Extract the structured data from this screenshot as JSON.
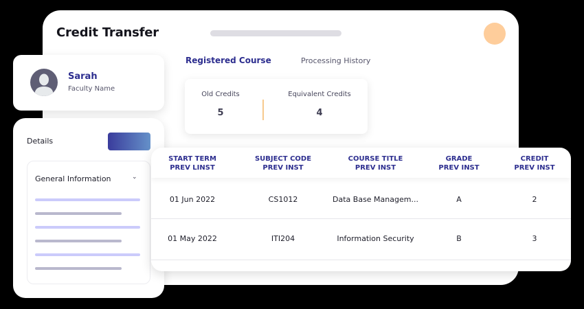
{
  "header": {
    "title": "Credit Transfer"
  },
  "tabs": [
    {
      "label": "Registered Course",
      "active": true
    },
    {
      "label": "Processing History",
      "active": false
    }
  ],
  "credits": {
    "old_label": "Old Credits",
    "old_value": "5",
    "equivalent_label": "Equivalent Credits",
    "equivalent_value": "4"
  },
  "profile": {
    "name": "Sarah",
    "role": "Faculty Name"
  },
  "details": {
    "title": "Details",
    "section_label": "General Information"
  },
  "table": {
    "columns": [
      {
        "line1": "START TERM",
        "line2": "PREV LINST"
      },
      {
        "line1": "SUBJECT CODE",
        "line2": "PREV INST"
      },
      {
        "line1": "COURSE TITLE",
        "line2": "PREV INST"
      },
      {
        "line1": "GRADE",
        "line2": "PREV INST"
      },
      {
        "line1": "CREDIT",
        "line2": "PREV INST"
      }
    ],
    "rows": [
      [
        "01 Jun 2022",
        "CS1012",
        "Data Base Managem...",
        "A",
        "2"
      ],
      [
        "01 May 2022",
        "ITI204",
        "Information Security",
        "B",
        "3"
      ]
    ]
  },
  "colors": {
    "accent": "#2d2e8f",
    "avatar_dot": "#fecd9b",
    "divider": "#f7c98d",
    "button_gradient_start": "#3a3c9c",
    "button_gradient_end": "#6591c9"
  }
}
